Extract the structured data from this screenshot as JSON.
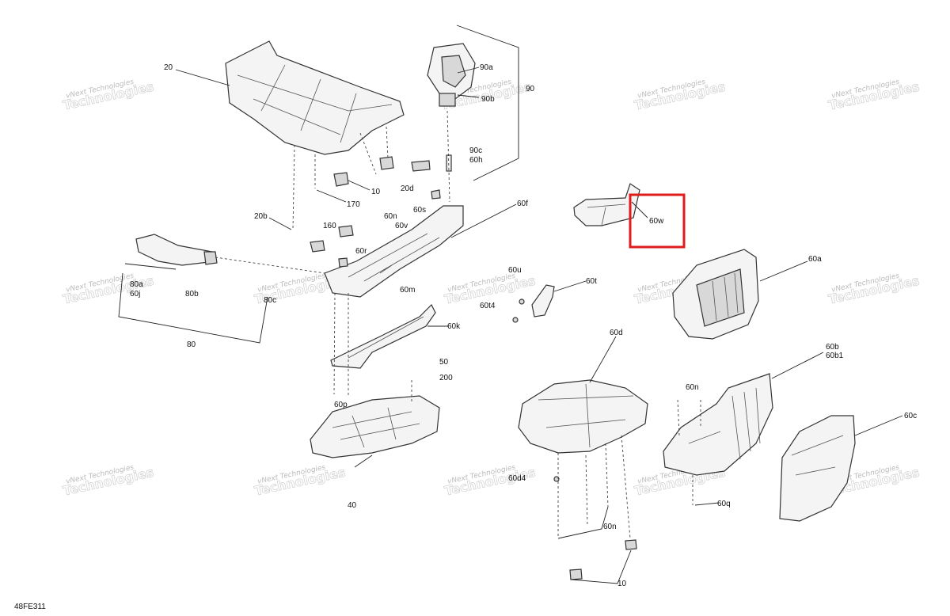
{
  "diagram_ref": "48FE311",
  "watermark": {
    "line1": "vNext Technologies",
    "line2": "Technologies"
  },
  "callouts": {
    "c20": "20",
    "c90a": "90a",
    "c90b": "90b",
    "c90": "90",
    "c90c": "90c",
    "c60h": "60h",
    "c10a": "10",
    "c20d": "20d",
    "c170": "170",
    "c20b": "20b",
    "c60s": "60s",
    "c60f": "60f",
    "c60w": "60w",
    "c160": "160",
    "c60n_a": "60n",
    "c60v": "60v",
    "c60r": "60r",
    "c80a": "80a",
    "c60j": "60j",
    "c80b": "80b",
    "c80c": "80c",
    "c60m": "60m",
    "c60u": "60u",
    "c60t": "60t",
    "c60t4": "60t4",
    "c60a": "60a",
    "c60k": "60k",
    "c80": "80",
    "c60d": "60d",
    "c60b": "60b",
    "c60b1": "60b1",
    "c50": "50",
    "c200": "200",
    "c60n_b": "60n",
    "c60p": "60p",
    "c60c": "60c",
    "c60d4": "60d4",
    "c60q": "60q",
    "c40": "40",
    "c60n_c": "60n",
    "c10b": "10"
  },
  "highlight_color": "#e01b1b"
}
